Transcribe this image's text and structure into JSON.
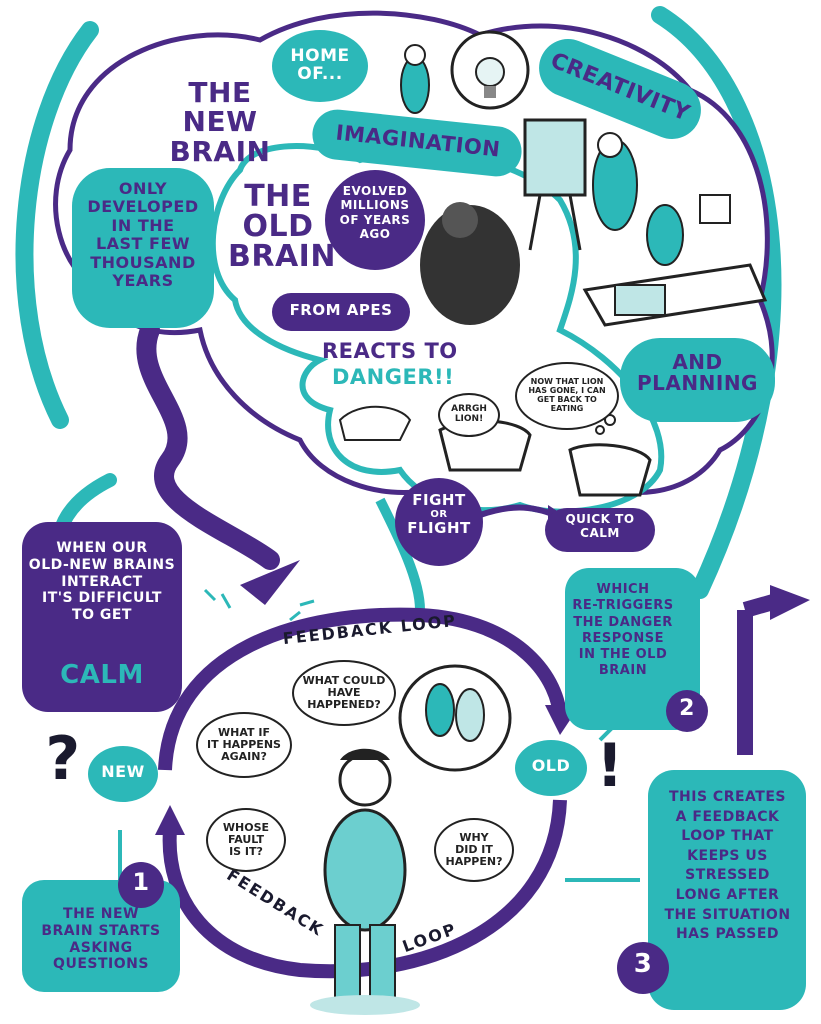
{
  "new_brain": {
    "title_line1": "THE",
    "title_line2": "NEW BRAIN",
    "home_of": "HOME OF...",
    "imagination": "IMAGINATION",
    "creativity": "CREATIVITY",
    "and_planning_line1": "AND",
    "and_planning_line2": "PLANNING",
    "only_developed_lines": [
      "ONLY",
      "DEVELOPED",
      "IN THE",
      "LAST FEW",
      "THOUSAND",
      "YEARS"
    ],
    "highlight_word": "FEW"
  },
  "old_brain": {
    "title_lines": [
      "THE",
      "OLD",
      "BRAIN"
    ],
    "evolved_lines": [
      "EVOLVED",
      "MILLIONS",
      "OF YEARS",
      "AGO"
    ],
    "from_apes": "FROM APES",
    "reacts_line1": "REACTS TO",
    "reacts_line2": "DANGER!!",
    "speech_arrgh_lines": [
      "ARRGH",
      "LION!"
    ],
    "speech_now_lines": [
      "NOW THAT LION",
      "HAS GONE, I CAN",
      "GET BACK TO",
      "EATING"
    ],
    "fight_lines": [
      "FIGHT",
      "OR",
      "FLIGHT"
    ],
    "quick_calm_lines": [
      "QUICK TO",
      "CALM"
    ]
  },
  "left_panel": {
    "lines": [
      "WHEN OUR",
      "OLD-NEW BRAINS",
      "INTERACT",
      "IT'S DIFFICULT",
      "TO GET"
    ],
    "calm": "CALM"
  },
  "feedback": {
    "top_label": "FEEDBACK LOOP",
    "bottom_label_1": "FEEDBACK",
    "bottom_label_2": "LOOP",
    "new_label": "NEW",
    "old_label": "OLD",
    "question_mark": "?",
    "exclamation_mark": "!",
    "thoughts": {
      "what_could": [
        "WHAT COULD",
        "HAVE",
        "HAPPENED?"
      ],
      "what_if": [
        "WHAT IF",
        "IT HAPPENS",
        "AGAIN?"
      ],
      "whose_fault": [
        "WHOSE",
        "FAULT",
        "IS IT?"
      ],
      "why_did": [
        "WHY",
        "DID IT",
        "HAPPEN?"
      ]
    }
  },
  "step1": {
    "number": "1",
    "lines": [
      "THE NEW",
      "BRAIN STARTS",
      "ASKING",
      "QUESTIONS"
    ]
  },
  "step2": {
    "number": "2",
    "lines": [
      "WHICH",
      "RE-TRIGGERS",
      "THE DANGER",
      "RESPONSE",
      "IN THE OLD",
      "BRAIN"
    ]
  },
  "step3": {
    "number": "3",
    "lines": [
      "THIS CREATES",
      "A FEEDBACK",
      "LOOP THAT",
      "KEEPS US",
      "STRESSED",
      "LONG AFTER",
      "THE SITUATION",
      "HAS PASSED"
    ]
  },
  "colors": {
    "teal": "#2cb8b8",
    "purple": "#4a2a86",
    "dark": "#1a1a2e",
    "white": "#ffffff"
  }
}
